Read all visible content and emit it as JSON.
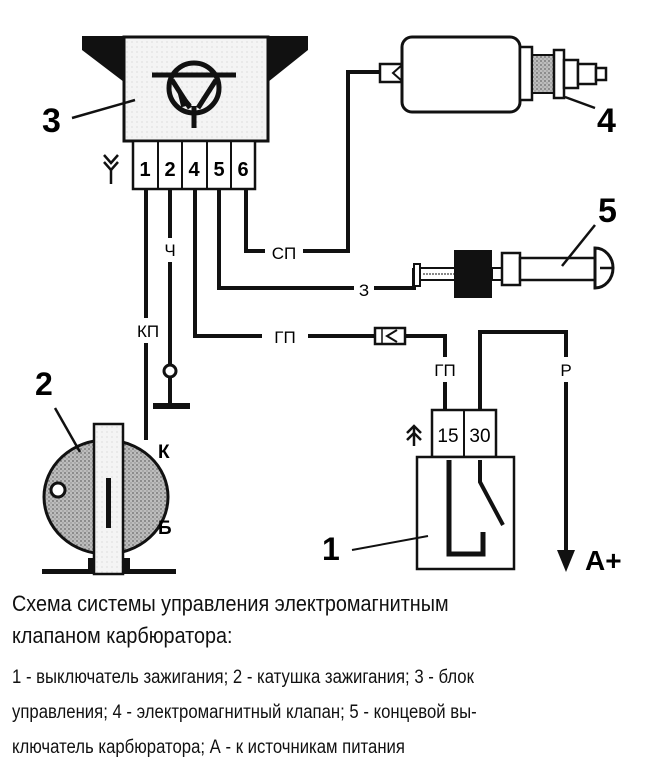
{
  "figure": {
    "components": {
      "control_unit": {
        "callout": "3",
        "pins": [
          "1",
          "2",
          "4",
          "5",
          "6"
        ]
      },
      "ignition_coil": {
        "callout": "2",
        "terminals": [
          "К",
          "Б"
        ]
      },
      "solenoid_valve": {
        "callout": "4"
      },
      "limit_switch": {
        "callout": "5"
      },
      "ignition_switch": {
        "callout": "1",
        "terminals": [
          "15",
          "30"
        ]
      }
    },
    "wire_labels": {
      "pin6": "СП",
      "pin5": "З",
      "pin4_left": "ГП",
      "pin4_right": "ГП",
      "pin2": "Ч",
      "pin1": "КП",
      "power": "Р"
    },
    "power_label": "А+"
  },
  "caption": {
    "title_line1": "Схема системы управления электромагнитным",
    "title_line2": "клапаном карбюратора:",
    "body_line1": "1 - выключатель зажигания; 2 - катушка зажигания; 3 - блок",
    "body_line2": "управления; 4 - электромагнитный клапан; 5 - концевой вы-",
    "body_line3": "ключатель карбюратора; А - к источникам питания"
  }
}
